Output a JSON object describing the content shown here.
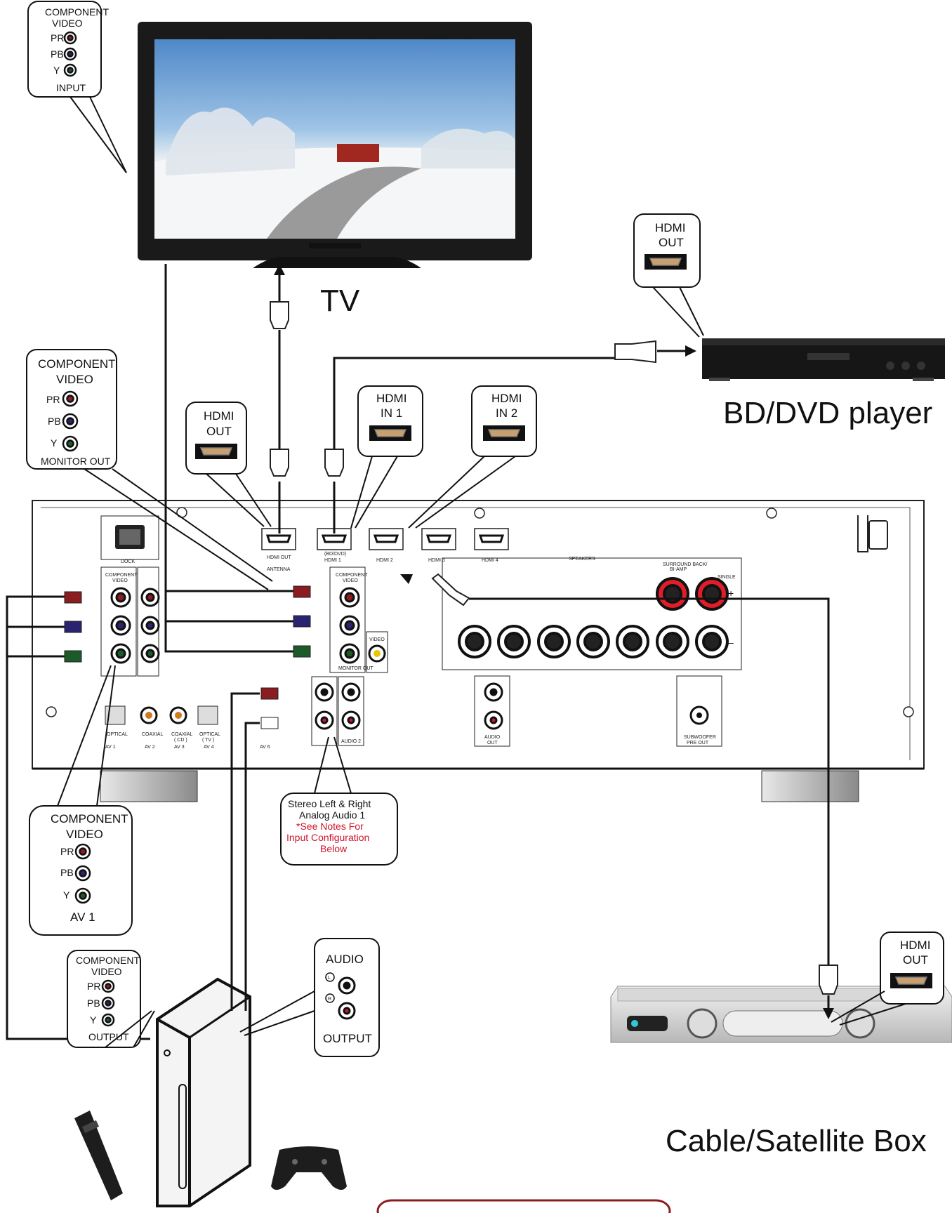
{
  "colors": {
    "pr": "#8b1c20",
    "pb": "#2a2470",
    "y": "#1c5a2a",
    "yellow": "#e8c800",
    "orange": "#d07a1c",
    "note_red": "#d0142c",
    "wire": "#111111"
  },
  "devices": {
    "tv": "TV",
    "bd": "BD/DVD player",
    "cable": "Cable/Satellite Box"
  },
  "callouts": {
    "tv_component": {
      "title1": "COMPONENT",
      "title2": "VIDEO",
      "pr": "PR",
      "pb": "PB",
      "y": "Y",
      "footer": "INPUT"
    },
    "bd_hdmi": {
      "l1": "HDMI",
      "l2": "OUT"
    },
    "recv_component": {
      "title1": "COMPONENT",
      "title2": "VIDEO",
      "pr": "PR",
      "pb": "PB",
      "y": "Y",
      "footer": "MONITOR OUT"
    },
    "recv_hdmi_out": {
      "l1": "HDMI",
      "l2": "OUT"
    },
    "recv_hdmi_in1": {
      "l1": "HDMI",
      "l2": "IN 1"
    },
    "recv_hdmi_in2": {
      "l1": "HDMI",
      "l2": "IN 2"
    },
    "av1_component": {
      "title1": "COMPONENT",
      "title2": "VIDEO",
      "pr": "PR",
      "pb": "PB",
      "y": "Y",
      "footer": "AV 1"
    },
    "pc_component": {
      "title1": "COMPONENT",
      "title2": "VIDEO",
      "pr": "PR",
      "pb": "PB",
      "y": "Y",
      "footer": "OUTPUT"
    },
    "pc_audio": {
      "title": "AUDIO",
      "l": "L",
      "r": "R",
      "footer": "OUTPUT"
    },
    "stereo_note": {
      "l1": "Stereo Left & Right",
      "l2": "Analog Audio 1",
      "l3": "*See Notes For",
      "l4": "Input Configuration",
      "l5": "Below"
    },
    "cable_hdmi": {
      "l1": "HDMI",
      "l2": "OUT"
    }
  },
  "panel": {
    "dock": "DOCK",
    "hdmi_out": "HDMI OUT",
    "bddvd": "(BD/DVD)",
    "hdmi1": "HDMI 1",
    "hdmi2": "HDMI 2",
    "hdmi3": "HDMI 3",
    "hdmi4": "HDMI 4",
    "antenna": "ANTENNA",
    "speakers": "SPEAKERS",
    "surround1": "SURROUND BACK/",
    "surround2": "BI-AMP",
    "single": "SINGLE",
    "comp1": "COMPONENT",
    "comp2": "VIDEO",
    "video": "VIDEO",
    "monitor_out": "MONITOR OUT",
    "optical": "OPTICAL",
    "coaxial": "COAXIAL",
    "cd": "( CD )",
    "tvlbl": "( TV )",
    "av1": "AV 1",
    "av2": "AV 2",
    "av3": "AV 3",
    "av4": "AV 4",
    "av6": "AV 6",
    "audio2": "AUDIO 2",
    "audio_out1": "AUDIO",
    "audio_out2": "OUT",
    "sub1": "SUBWOOFER",
    "sub2": "PRE OUT",
    "plus": "+",
    "minus": "–"
  }
}
